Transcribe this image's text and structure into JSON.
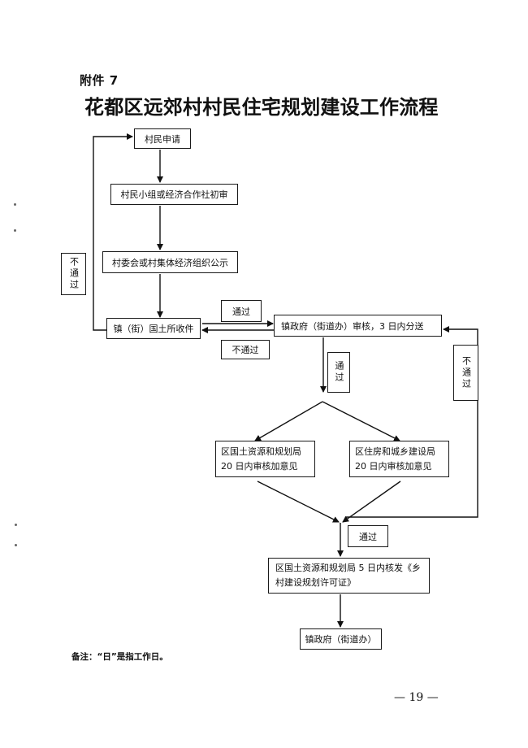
{
  "document": {
    "attachment_label": "附件 7",
    "title": "花都区远郊村村民住宅规划建设工作流程",
    "note": "备注：“日”是指工作日。",
    "page_number": "— 19 —"
  },
  "flowchart": {
    "nodes": {
      "apply": "村民申请",
      "initial_review": "村民小组或经济合作社初审",
      "publicity": "村委会或村集体经济组织公示",
      "land_office": "镇（街）国土所收件",
      "town_review": "镇政府（街道办）审核，3 日内分送",
      "planning_bureau": "区国土资源和规划局 20 日内审核加意见",
      "housing_bureau": "区住房和城乡建设局 20 日内审核加意见",
      "issue_permit": "区国土资源和规划局 5 日内核发《乡村建设规划许可证》",
      "final": "镇政府（街道办）"
    },
    "edge_labels": {
      "left_reject": "不通过",
      "pass_to_town": "通过",
      "reject_to_office": "不通过",
      "pass_down": "通过",
      "right_reject": "不通过",
      "pass_to_permit": "通过"
    }
  }
}
